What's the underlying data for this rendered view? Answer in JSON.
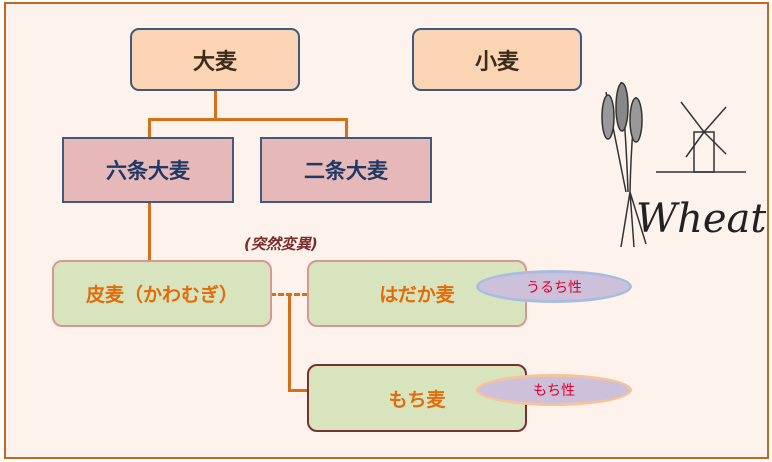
{
  "nodes": {
    "barley": "大麦",
    "wheat": "小麦",
    "six_row": "六条大麦",
    "two_row": "二条大麦",
    "hulled": "皮麦（かわむぎ）",
    "naked": "はだか麦",
    "waxy": "もち麦"
  },
  "mutation_label": "(突然変異)",
  "tags": {
    "non_waxy": "うるち性",
    "waxy": "もち性"
  },
  "illustration": {
    "logo_text": "Wheat"
  }
}
